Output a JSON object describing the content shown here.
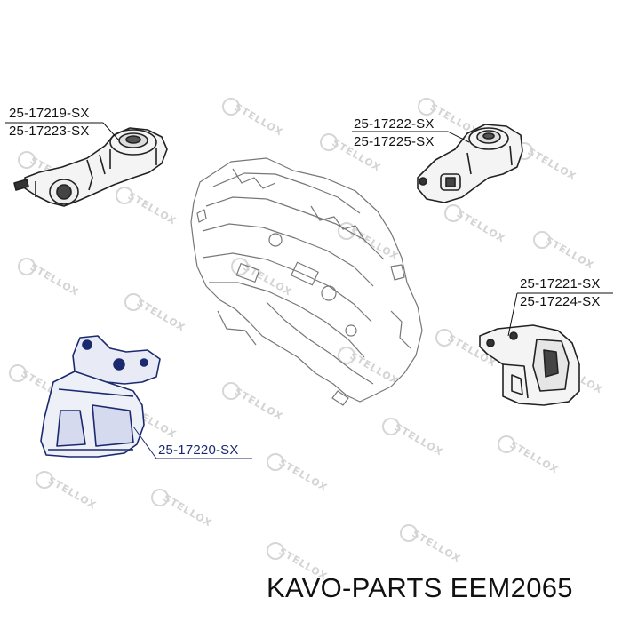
{
  "labels": {
    "top_left_1": "25-17219-SX",
    "top_left_2": "25-17223-SX",
    "top_right_1": "25-17222-SX",
    "top_right_2": "25-17225-SX",
    "mid_right_1": "25-17221-SX",
    "mid_right_2": "25-17224-SX",
    "bottom_left": "25-17220-SX"
  },
  "watermark": "STELLOX",
  "caption": "KAVO-PARTS EEM2065",
  "colors": {
    "ink": "#111111",
    "highlight": "#1b2a6e",
    "watermark": "#d4d4d4"
  }
}
